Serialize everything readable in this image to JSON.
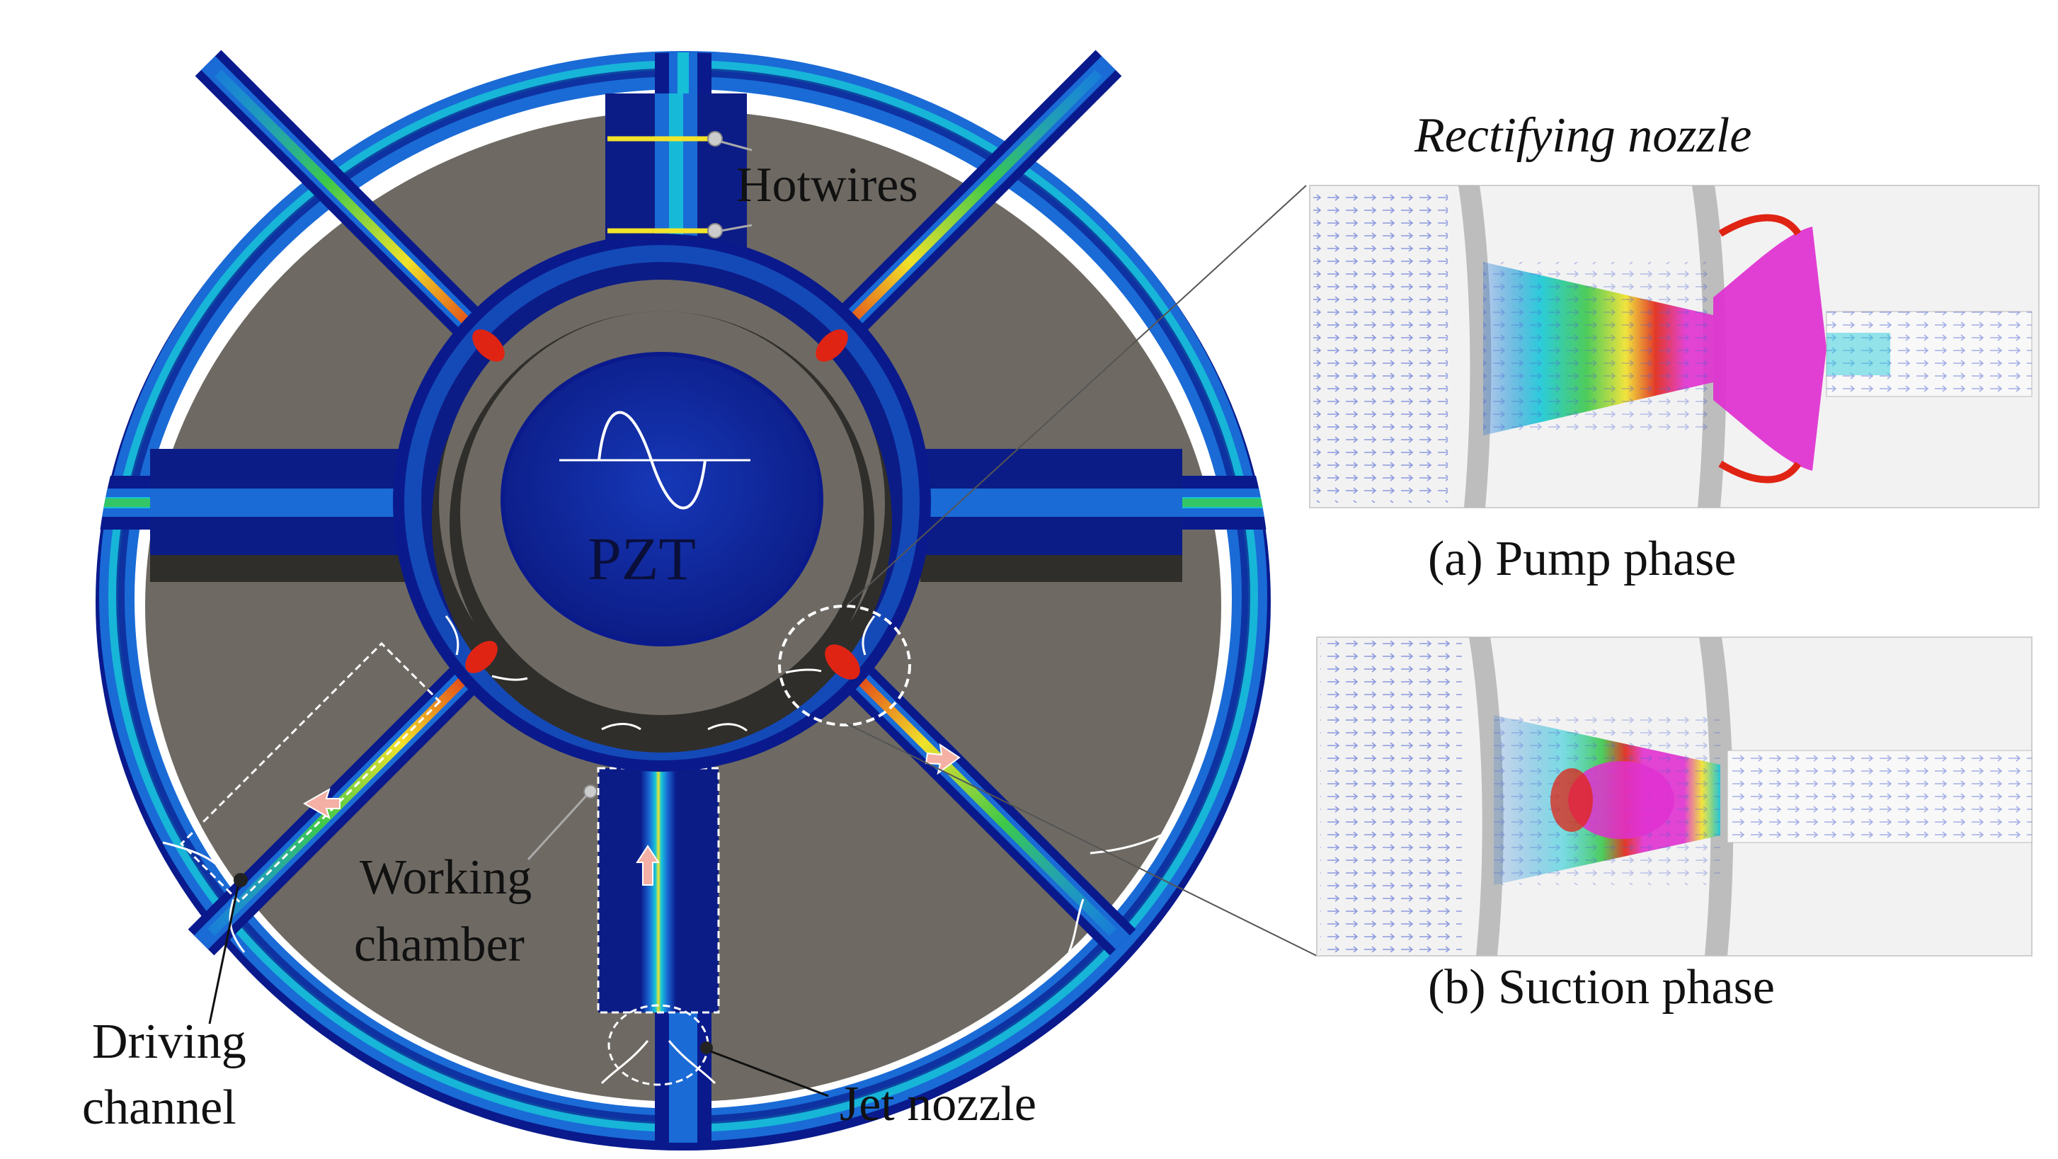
{
  "labels": {
    "hotwires": "Hotwires",
    "pzt": "PZT",
    "working_chamber_line1": "Working",
    "working_chamber_line2": "chamber",
    "driving_channel_line1": "Driving",
    "driving_channel_line2": "channel",
    "jet_nozzle": "Jet nozzle",
    "rectifying_nozzle": "Rectifying nozzle",
    "pump_phase": "(a) Pump phase",
    "suction_phase": "(b) Suction phase"
  },
  "colors": {
    "plate": "#6e6a63",
    "plate_shadow": "#3b3a37",
    "fluid_low": "#0a1a8c",
    "fluid_mid": "#1a6bd6",
    "fluid_cyan": "#16c8d8",
    "fluid_green": "#3cc84a",
    "fluid_yellow": "#f0e22a",
    "fluid_red": "#e02414",
    "jet_magenta": "#e030d0",
    "hotwire": "#f2e42a",
    "panel_bg": "#f2f2f2",
    "panel_wall": "#bdbdbd"
  }
}
